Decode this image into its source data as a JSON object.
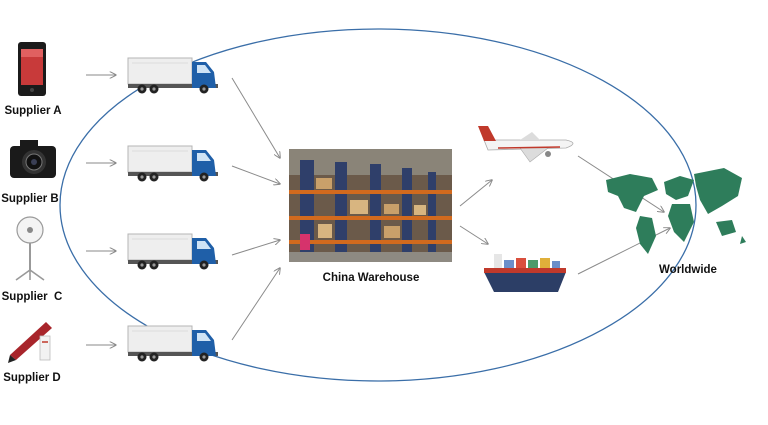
{
  "suppliers": [
    {
      "label": "Supplier A",
      "icon": "smartphone-icon"
    },
    {
      "label": "Supplier B",
      "icon": "camera-icon"
    },
    {
      "label": "Supplier  C",
      "icon": "fan-icon"
    },
    {
      "label": "Supplier D",
      "icon": "pen-icon"
    }
  ],
  "warehouse": {
    "label": "China Warehouse"
  },
  "transport": {
    "air_icon": "airplane-icon",
    "sea_icon": "cargo-ship-icon"
  },
  "destination": {
    "label": "Worldwide",
    "icon": "world-map-icon"
  },
  "colors": {
    "ellipse": "#3a6ea8",
    "arrow": "#8a8a8a",
    "truck_cab": "#1f5fa8",
    "map": "#2e7d5b",
    "plane_accent": "#c0392b"
  }
}
